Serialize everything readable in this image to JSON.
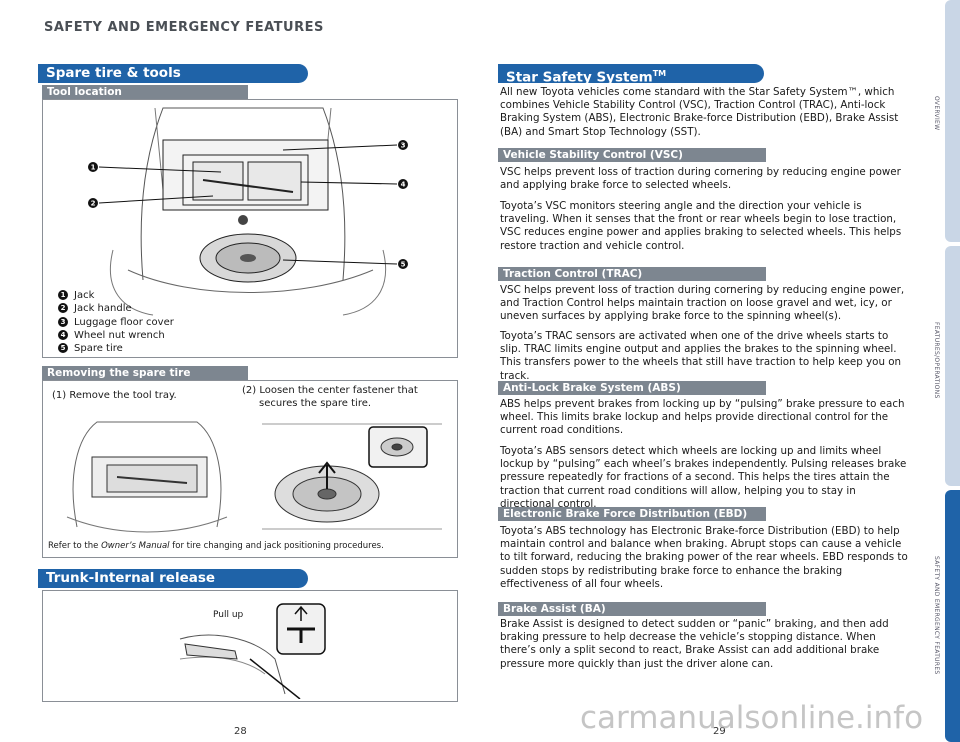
{
  "page_title": "SAFETY AND EMERGENCY FEATURES",
  "left": {
    "spare_banner": "Spare tire & tools",
    "tool_location": "Tool location",
    "legend": [
      {
        "n": "1",
        "label": "Jack"
      },
      {
        "n": "2",
        "label": "Jack handle"
      },
      {
        "n": "3",
        "label": "Luggage floor cover"
      },
      {
        "n": "4",
        "label": "Wheel nut wrench"
      },
      {
        "n": "5",
        "label": "Spare tire"
      }
    ],
    "removing": "Removing the spare tire",
    "step1": "(1) Remove the tool tray.",
    "step2_line1": "(2) Loosen the center fastener that",
    "step2_line2": "secures the spare tire.",
    "ref_pre": "Refer to the ",
    "ref_italic": "Owner’s Manual",
    "ref_post": " for tire changing and jack positioning procedures.",
    "trunk_banner": "Trunk-Internal release",
    "pull_up": "Pull up",
    "page_number": "28"
  },
  "right": {
    "star_banner": "Star Safety System",
    "star_tm": "TM",
    "intro": "All new Toyota vehicles come standard with the Star Safety System™, which combines Vehicle Stability Control (VSC), Traction Control (TRAC), Anti-lock Braking System (ABS), Electronic Brake-force Distribution (EBD), Brake Assist (BA) and Smart Stop Technology (SST).",
    "vsc_title": "Vehicle Stability Control (VSC)",
    "vsc_p1": "VSC helps prevent loss of traction during cornering by reducing engine power and applying brake force to selected wheels.",
    "vsc_p2": "Toyota’s VSC monitors steering angle and the direction your vehicle is traveling. When it senses that the front or rear wheels begin to lose traction, VSC reduces engine power and applies braking to selected wheels. This helps restore traction and vehicle control.",
    "trac_title": "Traction Control (TRAC)",
    "trac_p1": "VSC helps prevent loss of traction during cornering by reducing engine power, and Traction Control helps maintain traction on loose gravel and wet, icy, or uneven surfaces by applying brake force to the spinning wheel(s).",
    "trac_p2": "Toyota’s TRAC sensors are activated when one of the drive wheels starts to slip. TRAC limits engine output and applies the brakes to the spinning wheel. This transfers power to the wheels that still have traction to help keep you on track.",
    "abs_title": "Anti-Lock Brake System (ABS)",
    "abs_p1": "ABS helps prevent brakes from locking up by “pulsing” brake pressure to each wheel. This limits brake lockup and helps provide directional control for the current road conditions.",
    "abs_p2": "Toyota’s ABS sensors detect which wheels are locking up and limits wheel lockup by “pulsing” each wheel’s brakes independently. Pulsing releases brake pressure repeatedly for fractions of a second. This helps the tires attain the traction that current road conditions will allow, helping you to stay in directional control.",
    "ebd_title": "Electronic Brake Force Distribution (EBD)",
    "ebd_p1": "Toyota’s ABS technology has Electronic Brake-force Distribution (EBD) to help maintain control and balance when braking. Abrupt stops can cause a vehicle to tilt forward, reducing the braking power of the rear wheels. EBD responds to sudden stops by redistributing brake force to enhance the braking effectiveness of all four wheels.",
    "ba_title": "Brake Assist (BA)",
    "ba_p1": "Brake Assist is designed to detect sudden or “panic” braking, and then add braking pressure to help decrease the vehicle’s stopping distance. When there’s only a split second to react, Brake Assist can add additional brake pressure more quickly than just the driver alone can.",
    "page_number": "29"
  },
  "side_tabs": {
    "overview": "OVERVIEW",
    "features": "FEATURES/OPERATIONS",
    "safety": "SAFETY AND EMERGENCY FEATURES"
  },
  "watermark": "carmanualsonline.info",
  "colors": {
    "banner_blue": "#1f63a8",
    "subbar_gray": "#7d8690",
    "tab_light": "#c9d6e6",
    "tab_active": "#1f63a8"
  }
}
